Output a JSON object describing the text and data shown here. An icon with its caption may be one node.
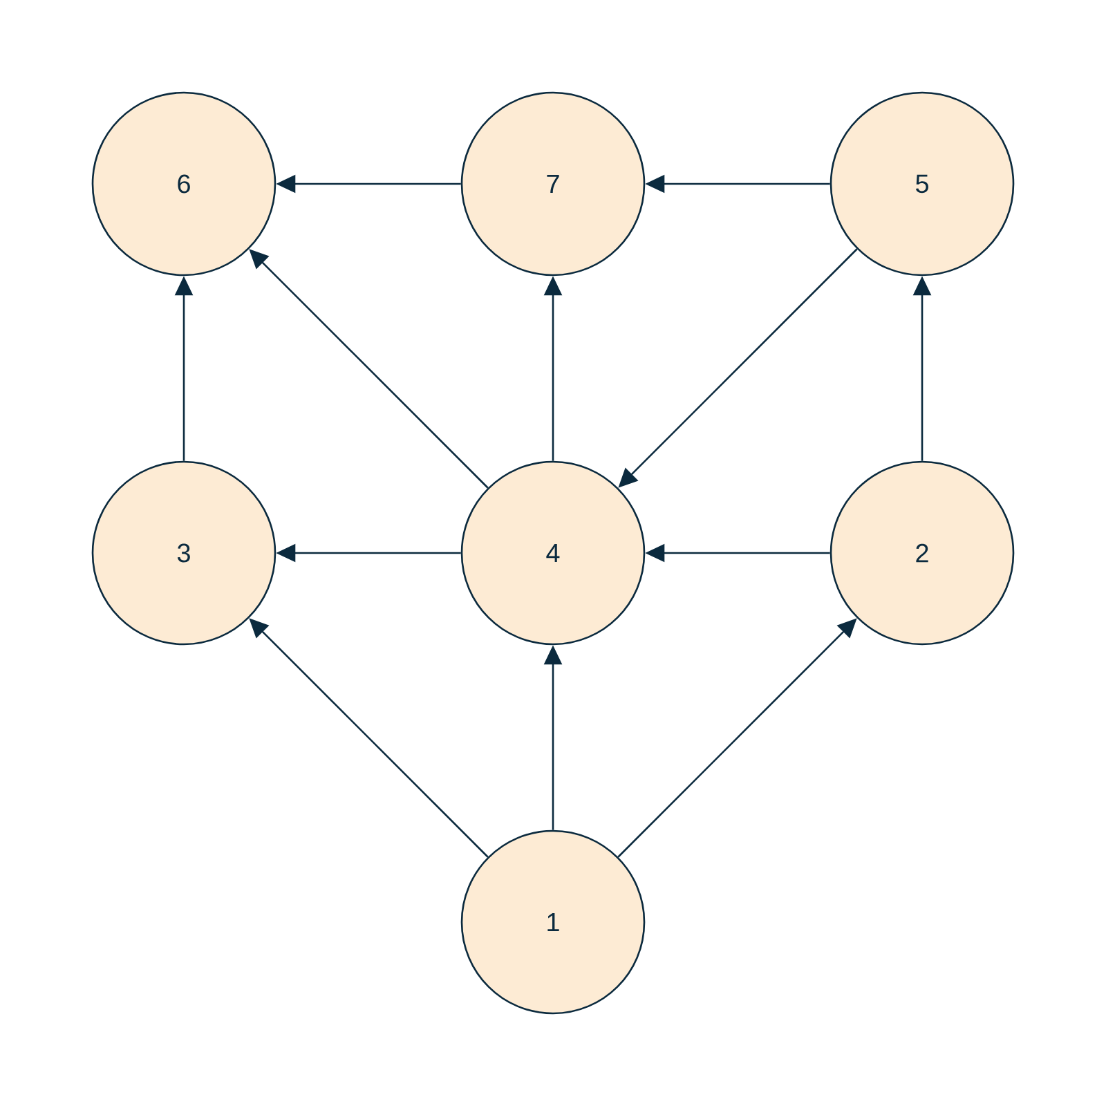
{
  "diagram": {
    "nodes": [
      {
        "text": [
          "6"
        ]
      },
      {
        "text": [
          "7"
        ]
      },
      {
        "text": [
          "5"
        ]
      },
      {
        "text": [
          "3"
        ]
      },
      {
        "text": [
          "4"
        ]
      },
      {
        "text": [
          "2"
        ]
      },
      {
        "text": [
          "1"
        ]
      }
    ],
    "edges": [
      {
        "from": 1,
        "to": 0,
        "arrow": "to"
      },
      {
        "from": 2,
        "to": 1,
        "arrow": "to"
      },
      {
        "from": 3,
        "to": 0,
        "arrow": "to"
      },
      {
        "from": 4,
        "to": 0,
        "arrow": "to"
      },
      {
        "from": 4,
        "to": 1,
        "arrow": "to"
      },
      {
        "from": 2,
        "to": 4,
        "arrow": "to"
      },
      {
        "from": 4,
        "to": 3,
        "arrow": "to"
      },
      {
        "from": 5,
        "to": 4,
        "arrow": "to"
      },
      {
        "from": 5,
        "to": 2,
        "arrow": "to"
      },
      {
        "from": 6,
        "to": 3,
        "arrow": "to"
      },
      {
        "from": 6,
        "to": 4,
        "arrow": "to"
      },
      {
        "from": 6,
        "to": 5,
        "arrow": "to"
      }
    ]
  }
}
